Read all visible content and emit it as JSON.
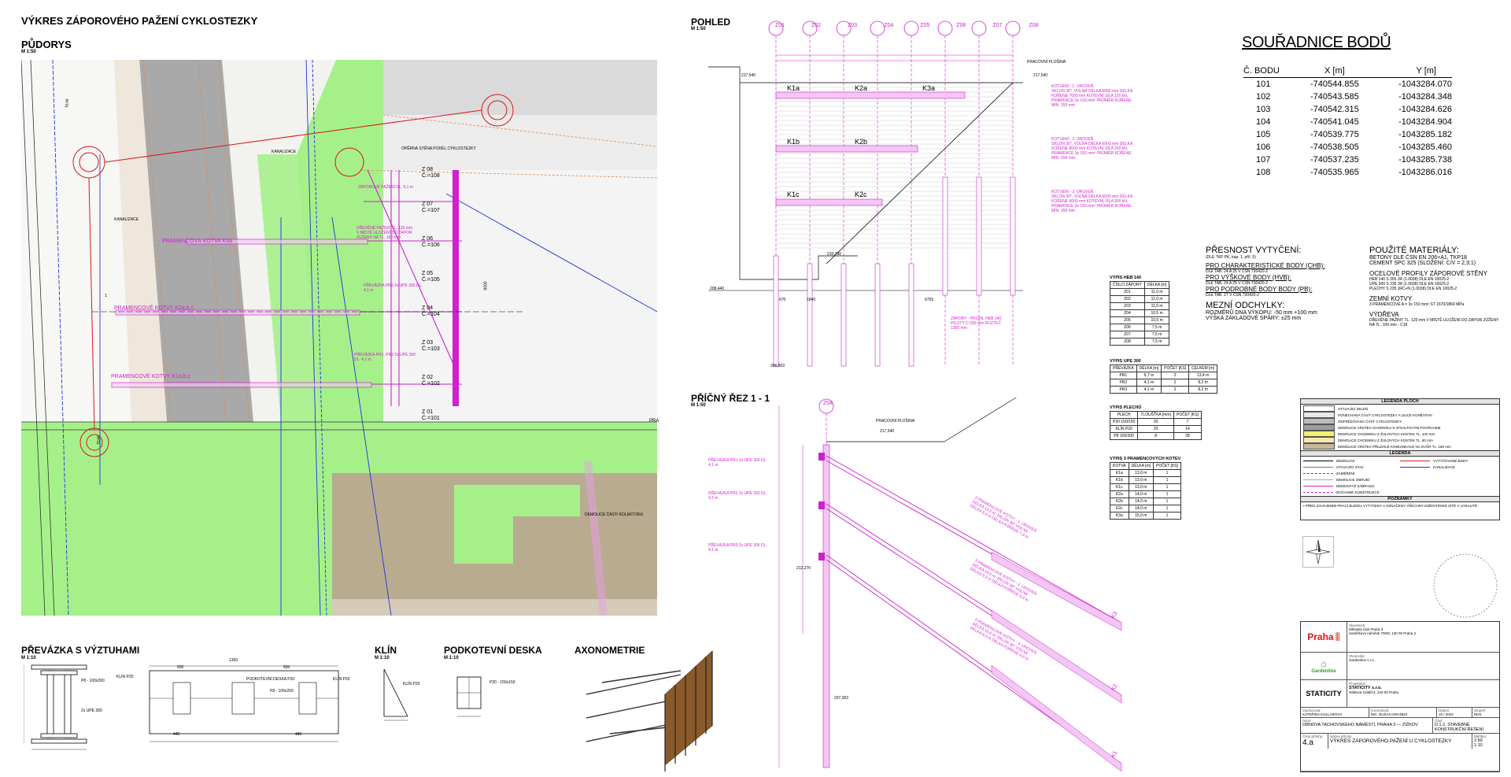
{
  "title": "VÝKRES ZÁPOROVÉHO PAŽENÍ CYKLOSTEZKY",
  "plan": {
    "heading": "PŮDORYS",
    "scale": "M 1:50",
    "zapory": [
      {
        "label": "Z 08",
        "cote": "Č.=108"
      },
      {
        "label": "Z 07",
        "cote": "Č.=107"
      },
      {
        "label": "Z 06",
        "cote": "Č.=106"
      },
      {
        "label": "Z 05",
        "cote": "Č.=105"
      },
      {
        "label": "Z 04",
        "cote": "Č.=104"
      },
      {
        "label": "Z 03",
        "cote": "Č.=103"
      },
      {
        "label": "Z 02",
        "cote": "Č.=102"
      },
      {
        "label": "Z 01",
        "cote": "Č.=101"
      }
    ],
    "kotva_k3": "PRAMENCOVÁ KOTVA K3a",
    "kotvy_k2": "PRAMENCOVÉ KOTVY K2a,b,c",
    "kotvy_k1": "PRAMENCOVÉ KOTVY K1a,b,c",
    "kanalizace": "KANALIZACE",
    "kanalizace2": "KANALIZACE",
    "operna_stena": "OPĚRNÁ STĚNA PODÉL CYKLOSTEZKY",
    "demolice_kolektoru": "DEMOLICE ČÁSTI KOLEKTORU",
    "cut_marker": "1",
    "pazeni_label": "ZÁPOROVÉ PAŽENÍ DL. 9,1 m",
    "drevene": "DŘEVĚNÉ PAŽINY TL. 120 mm V MÍSTĚ ULOŽENÍ DO ZÁPOR ZÚŽENY NA TL. 100 mm",
    "prevazka_pr3": "PŘEVÁZKA PR3 2x UPE 300 DL. 4,1 m",
    "prevazka_pr1": "PŘEVÁZKA PR1, PR2 2x UPE 300 DL. 4,1 m",
    "north_label": "PRA",
    "dim_9000": "9000",
    "dim_5146": "5146",
    "dim_5146b": "5146"
  },
  "pohled": {
    "heading": "POHLED",
    "scale": "M 1:50",
    "columns": [
      "Z01",
      "Z02",
      "Z03",
      "Z04",
      "Z05",
      "Z06",
      "Z07",
      "Z08"
    ],
    "k_labels": [
      "K1a",
      "K2a",
      "K3a",
      "K1b",
      "K2b",
      "K1c",
      "K2c"
    ],
    "pracovni": "PRACOVNÍ PLOŠINA",
    "kot1": "KOTVENÍ - 1. ÚROVEŇ",
    "kot1_detail": "SKLON 30°, VOLNÁ DÉLKA 6000 mm DÉLKA KOŘENE 7000 mm KOTEVNÍ SÍLA 120 kN, PRAMENCE 3x 150 mm² PRŮMĚR KOŘENE MIN. 200 mm",
    "kot2": "KOTVENÍ - 2. ÚROVEŇ",
    "kot2_detail": "SKLON 30°, VOLNÁ DÉLKA 6000 mm DÉLKA KOŘENE 8000 mm KOTEVNÍ SÍLA 250 kN, PRAMENCE 3x 150 mm² PRŮMĚR KOŘENE MIN. 200 mm",
    "kot3": "KOTVENÍ - 3. ÚROVEŇ",
    "kot3_detail": "SKLON 30°, VOLNÁ DÉLKA 6000 mm DÉLKA KOŘENE 9000 mm KOTEVNÍ SÍLA 300 kN, PRAMENCE 3x 150 mm² PRŮMĚR KOŘENE MIN. 200 mm",
    "zapory_profil": "ZÁPORY - PROFIL HEB 140 PILOTY D 200 mm ROZTEČ 1300 mm",
    "elev_top": "217,540",
    "elev_mid": "210,790",
    "elev_low": "208,440",
    "elev_bot": "206,803",
    "dim_6755": "6755",
    "dim_1840": "1840",
    "dim_670": "670"
  },
  "rez": {
    "heading": "PŘÍČNÝ ŘEZ 1 - 1",
    "scale": "M 1:50",
    "col": "Z04",
    "pracovni": "PRACOVNÍ PLOŠINA",
    "elev": "217,540",
    "elev_low": "212,270",
    "elev_bot": "207,303",
    "pr1": "PŘEVÁZKA PR1 2x UPE 300 DL. 4,1 m",
    "pr2": "PŘEVÁZKA PR2 2x UPE 300 DL. 4,1 m",
    "pr3": "PŘEVÁZKA PR3 2x UPE 300 DL. 4,1 m",
    "kotva1": "3 PRAMENCOVÉ KOTVY - 1. ÚROVEŇ DÉLKA 13,0 m, SKLON 30° VOLNÁ DÉLKA 6,0 m DÉLKA KOŘENE 7,0 m",
    "kotva2": "3 PRAMENCOVÉ KOTVY - 2. ÚROVEŇ DÉLKA 14,0 m, SKLON 30° VOLNÁ DÉLKA 6,0 m DÉLKA KOŘENE 8,0 m",
    "kotva3": "3 PRAMENCOVÉ KOTVY - 3. ÚROVEŇ DÉLKA 15,0 m, SKLON 30° VOLNÁ DÉLKA 6,0 m DÉLKA KOŘENE 9,0 m",
    "k1": "K1",
    "k2": "K2",
    "k3": "K3"
  },
  "coords": {
    "heading": "SOUŘADNICE BODŮ",
    "headers": [
      "Č. BODU",
      "X [m]",
      "Y [m]"
    ],
    "rows": [
      [
        "101",
        "-740544.855",
        "-1043284.070"
      ],
      [
        "102",
        "-740543.585",
        "-1043284.348"
      ],
      [
        "103",
        "-740542.315",
        "-1043284.626"
      ],
      [
        "104",
        "-740541.045",
        "-1043284.904"
      ],
      [
        "105",
        "-740539.775",
        "-1043285.182"
      ],
      [
        "106",
        "-740538.505",
        "-1043285.460"
      ],
      [
        "107",
        "-740537.235",
        "-1043285.738"
      ],
      [
        "108",
        "-740535.965",
        "-1043286.016"
      ]
    ]
  },
  "presnost": {
    "heading": "PŘESNOST VYTYČENÍ:",
    "sub": "(DLE TKP PK, kap. 1, příl. 9)",
    "chb": "PRO CHARAKTERISTICKÉ BODY (CHB):",
    "chb_val": "DLE TAB. 24 A 25 V ČSN 730420-2",
    "hvb": "PRO VÝŠKOVÉ BODY (HVB):",
    "hvb_val": "DLE TAB. 24 A 25 V ČSN 730420-2",
    "pb": "PRO PODROBNÉ BODY BODY (PB):",
    "pb_val": "DLE TAB. 27 V ČSN 730420-2",
    "mezni": "MEZNÍ ODCHYLKY:",
    "mezni1": "ROZMĚRŮ DNA VÝKOPU: -50 mm +100 mm",
    "mezni2": "VÝŠKA ZÁKLADOVÉ SPÁRY: ±25 mm"
  },
  "materialy": {
    "heading": "POUŽITÉ MATERIÁLY:",
    "beton": "BETONY DLE ČSN EN 206+A1, TKP18",
    "cement": "CEMENT SPC 325 (SLOŽENÍ: C/V = 2,3:1)",
    "ocel_h": "OCELOVÉ PROFILY ZÁPOROVÉ STĚNY",
    "ocel1": "HEB 140   S 355 JR (1.0038) DLE EN 10025-2",
    "ocel2": "UPE 300   S 235 JR (1.0038) DLE EN 10025-2",
    "ocel3": "PLECHY    S 235 JRC+N (1.0038) DLE EN 10025-2",
    "kotvy_h": "ZEMNÍ KOTVY",
    "kotvy": "3 PRAMENCOVÉ A = 3x 150 mm²  ST 1670/1860 MPa",
    "drevo_h": "VÝDŘEVA",
    "drevo": "DŘEVĚNÉ PAŽINY TL. 120 mm V MÍSTĚ ULOŽENÍ DO ZÁPOR ZÚŽENY NA TL. 100 mm - C18"
  },
  "heb": {
    "title": "VÝPIS HEB 140",
    "headers": [
      "ČÍSLO ZÁPORY",
      "DÉLKA [m]"
    ],
    "rows": [
      [
        "Z01",
        "11,0 m"
      ],
      [
        "Z02",
        "11,0 m"
      ],
      [
        "Z03",
        "11,0 m"
      ],
      [
        "Z04",
        "10,5 m"
      ],
      [
        "Z05",
        "10,5 m"
      ],
      [
        "Z06",
        "7,5 m"
      ],
      [
        "Z07",
        "7,5 m"
      ],
      [
        "Z08",
        "7,5 m"
      ]
    ]
  },
  "upe": {
    "title": "VÝPIS UPE 300",
    "headers": [
      "PŘEVÁZKA",
      "DÉLKA [m]",
      "POČET [KS]",
      "CELKEM [m]"
    ],
    "rows": [
      [
        "PR1",
        "6,7 m",
        "2",
        "13,4 m"
      ],
      [
        "PR2",
        "4,1 m",
        "2",
        "8,2 m"
      ],
      [
        "PR3",
        "4,1 m",
        "2",
        "8,2 m"
      ]
    ]
  },
  "plechy": {
    "title": "VÝPIS PLECHŮ",
    "headers": [
      "PLECH",
      "TLOUŠŤKA [mm]",
      "POČET [KS]"
    ],
    "rows": [
      [
        "P20 150/150",
        "20",
        "7"
      ],
      [
        "KLÍN P20",
        "20",
        "14"
      ],
      [
        "P8 100/200",
        "8",
        "28"
      ]
    ]
  },
  "kotvy_tab": {
    "title": "VÝPIS 3 PRAMENCOVÝCH KOTEV",
    "headers": [
      "KOTVA",
      "DÉLKA [m]",
      "POČET [KS]"
    ],
    "rows": [
      [
        "K1a",
        "13,0 m",
        "1"
      ],
      [
        "K1b",
        "13,0 m",
        "1"
      ],
      [
        "K1c",
        "13,0 m",
        "1"
      ],
      [
        "K2a",
        "14,0 m",
        "1"
      ],
      [
        "K2b",
        "14,0 m",
        "1"
      ],
      [
        "K2c",
        "14,0 m",
        "1"
      ],
      [
        "K3a",
        "15,0 m",
        "1"
      ]
    ]
  },
  "legenda_ploch": {
    "title": "LEGENDA PLOCH",
    "items": [
      {
        "label": "STÁVAJÍCÍ ZELEŇ",
        "color": "#ffffff"
      },
      {
        "label": "PONECHANÁ ČÁST CYKLOSTEZKY A ULICE KONĚVOVA",
        "color": "#e8e8e8"
      },
      {
        "label": "ODFRÉZOVANÁ ČÁST CYKLOSTEZKY",
        "color": "#bdbdbd"
      },
      {
        "label": "DEMOLICE VRSTEV CHODNÍKU S AFSALTOVÝM POVRCHEM",
        "color": "#9e9e9e"
      },
      {
        "label": "DEMOLICE CHODNÍKU Z ŽULOVÝCH KOSTEK TL. 100 mm",
        "color": "#f2ee70"
      },
      {
        "label": "DEMOLICE CHODNÍKU Z ŽULOVÝCH KOSTEK TL. 80 mm",
        "color": "#f6e7b0"
      },
      {
        "label": "DEMOLICE VRSTEV PŘILEHLÉ KOMUNIKACE NA DVŮR TL. 180 mm",
        "color": "#c8b89a"
      }
    ]
  },
  "legenda": {
    "title": "LEGENDA",
    "items": [
      "DEMOLICE",
      "STÁVAJÍCÍ STAV",
      "ZAMĚŘENÍ",
      "DEMOLICE OBRUBÍ",
      "DEMONTÁŽ ZÁBRADLÍ",
      "DOČASNÉ KONSTRUKCE"
    ],
    "items2": [
      "VYTYČOVANÉ BODY",
      "KANALIZACE"
    ]
  },
  "poznamky": {
    "title": "POZNÁMKY",
    "text": "• PŘED ZAHÁJENÍM PRACÍ BUDOU VYTYČENY A OZNAČENY VŠECHNY INŽENÝRSKÉ SÍTĚ V LOKALITĚ"
  },
  "bottom": {
    "prevazka": "PŘEVÁZKA S VÝZTUHAMI",
    "prevazka_scale": "M 1:10",
    "klin": "KLÍN",
    "klin_scale": "M 1:10",
    "deska": "PODKOTEVNÍ DESKA",
    "deska_scale": "M 1:10",
    "axo": "AXONOMETRIE",
    "upe_label": "2x UPE 300",
    "p8": "P8 - 100x200",
    "klin_p20": "KLÍN P20",
    "deska_p20": "PODKOTEVNÍ DESKA P20",
    "p20": "P20 - 150x150",
    "dim_1300": "1300",
    "dim_500": "500",
    "dim_440": "440"
  },
  "razitko": {
    "praha": "Praha",
    "investor_h": "Stavebník:",
    "investor": "Městská část Praha 3",
    "investor_addr": "Havlíčkovo náměstí 700/9, 130 00 Praha 3",
    "zhotovitel_h": "Zhotovitel:",
    "zhotovitel": "Gardenline s.r.o.",
    "gardenline": "Gardenline",
    "projektant_h": "Projektant:",
    "statcity": "STATICITY",
    "statcity_name": "STATICITY s.r.o.",
    "statcity_addr": "Hálkova 1198/13, 120 00 Praha",
    "vypracoval_h": "Vypracoval:",
    "vypracoval": "KATEŘINA KOLLÁROVÁ",
    "kontroloval_h": "Kontroloval:",
    "kontroloval": "ING. DUŠAN GRANDŠ",
    "datum_h": "Datum:",
    "datum": "10 / 2022",
    "stupen_h": "Stupeň:",
    "stupen": "RDS",
    "akce_h": "Akce:",
    "akce": "OBNOVA TACHOVSKÉHO NÁMĚSTÍ, PRAHA 3 — ŽIŽKOV",
    "cast_h": "Část:",
    "cast": "D.1.2. STAVEBNĚ KONSTRUKČNÍ ŘEŠENÍ",
    "cislo_h": "Číslo přílohy:",
    "cislo": "4.a",
    "nazev_h": "Název přílohy:",
    "nazev": "VÝKRES ZÁPOROVÉHO PAŽENÍ U CYKLOSTEZKY",
    "meritko_h": "Měřítko:",
    "meritko1": "1:50",
    "meritko2": "1:10"
  },
  "colors": {
    "green": "#a6f08a",
    "magenta": "#d020d0",
    "brown": "#b9ab8f",
    "orange": "#e0894a",
    "blue": "#2233dd",
    "red": "#d81818",
    "gray": "#a9a9a9"
  }
}
